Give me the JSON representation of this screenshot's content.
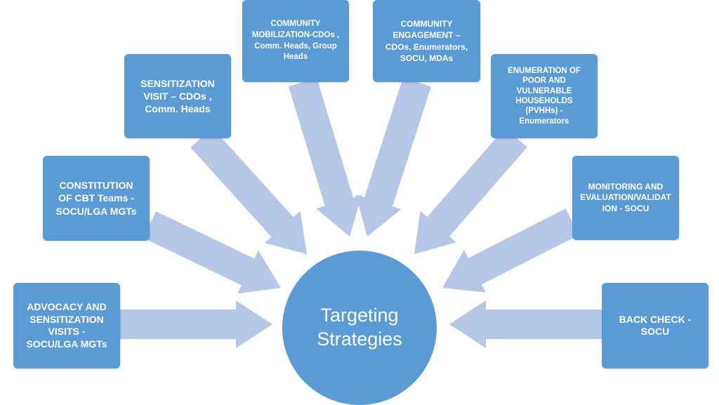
{
  "center": {
    "label": "Targeting\nStrategies"
  },
  "boxes": [
    {
      "label": "ADVOCACY AND\nSENSITIZATION\nVISITS  -\nSOCU/LGA MGTs"
    },
    {
      "label": "CONSTITUTION\nOF CBT Teams  -\nSOCU/LGA MGTs"
    },
    {
      "label": "SENSITIZATION\nVISIT – CDOs ,\nComm. Heads"
    },
    {
      "label": "COMMUNITY\nMOBILIZATION-CDOs ,\nComm. Heads, Group\nHeads"
    },
    {
      "label": "COMMUNITY\nENGAGEMENT –\nCDOs, Enumerators,\nSOCU, MDAs"
    },
    {
      "label": "ENUMERATION OF\nPOOR AND\nVULNERABLE\nHOUSEHOLDS\n(PVHHs) -\nEnumerators"
    },
    {
      "label": "MONITORING AND\nEVALUATION/VALIDAT\nION - SOCU"
    },
    {
      "label": "BACK CHECK -\nSOCU"
    }
  ],
  "colors": {
    "box": "#5b9bd5",
    "arrow": "#b4c7e7",
    "text": "#ffffff"
  }
}
